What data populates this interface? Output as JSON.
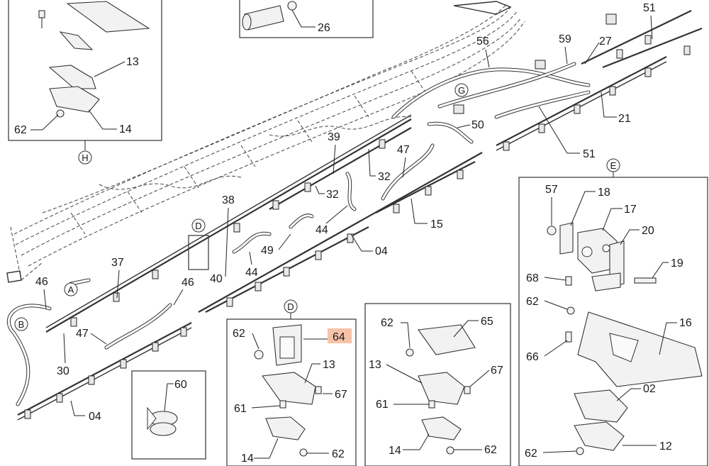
{
  "highlight_color": "#f7c3a8",
  "callouts": {
    "c02": "02",
    "c04a": "04",
    "c04b": "04",
    "c12": "12",
    "c13a": "13",
    "c13b": "13",
    "c13c": "13",
    "c14a": "14",
    "c14b": "14",
    "c14c": "14",
    "c15": "15",
    "c16": "16",
    "c17": "17",
    "c18": "18",
    "c19": "19",
    "c20": "20",
    "c21": "21",
    "c26": "26",
    "c27": "27",
    "c30": "30",
    "c32a": "32",
    "c32b": "32",
    "c37": "37",
    "c38": "38",
    "c39": "39",
    "c40": "40",
    "c44a": "44",
    "c44b": "44",
    "c46a": "46",
    "c46b": "46",
    "c47a": "47",
    "c47b": "47",
    "c49": "49",
    "c50": "50",
    "c51a": "51",
    "c51b": "51",
    "c56": "56",
    "c57": "57",
    "c59": "59",
    "c60": "60",
    "c61a": "61",
    "c61b": "61",
    "c62a": "62",
    "c62b": "62",
    "c62c": "62",
    "c62d": "62",
    "c62e": "62",
    "c62f": "62",
    "c62g": "62",
    "c64": "64",
    "c65": "65",
    "c66": "66",
    "c67a": "67",
    "c67b": "67",
    "c68": "68"
  },
  "view_markers": {
    "A": "A",
    "B": "B",
    "D1": "D",
    "D2": "D",
    "E": "E",
    "G": "G",
    "H": "H"
  }
}
